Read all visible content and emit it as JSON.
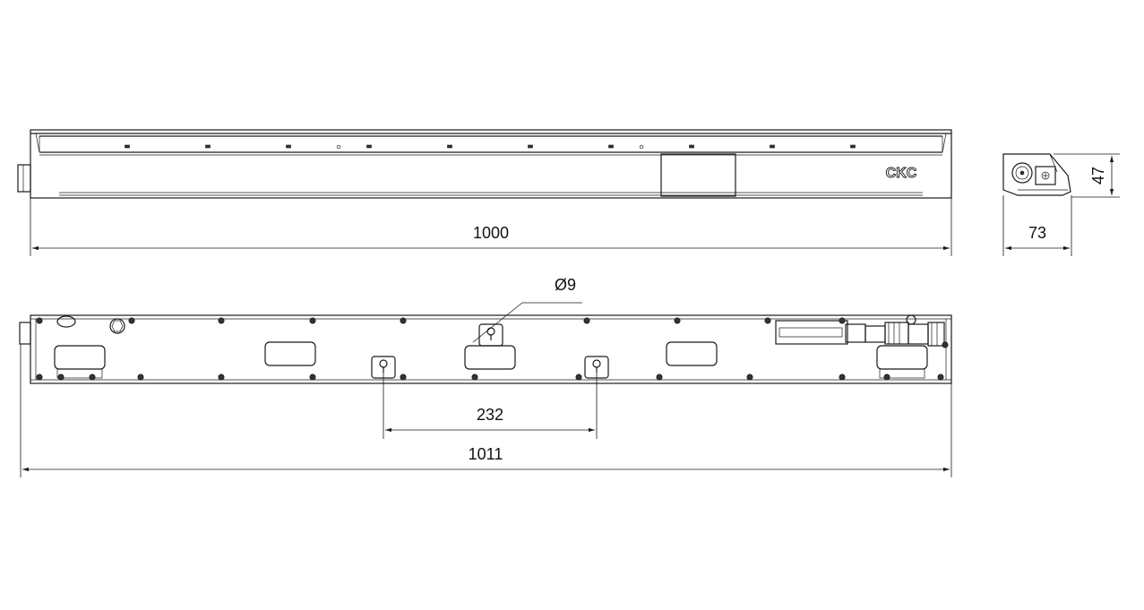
{
  "logo": {
    "text": "CKC"
  },
  "dimensions": {
    "front_length": "1000",
    "side_width": "73",
    "side_height": "47",
    "hole_diameter": "Ø9",
    "mount_spacing": "232",
    "rear_length": "1011"
  },
  "colors": {
    "line": "#1a1a1a",
    "background": "#ffffff"
  }
}
